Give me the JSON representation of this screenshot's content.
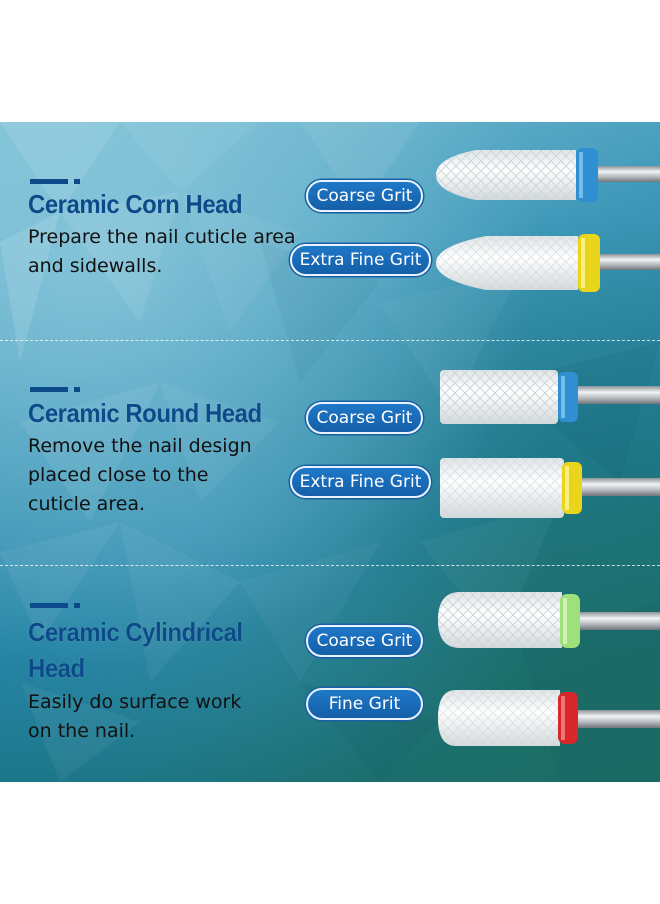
{
  "sections": [
    {
      "title": "Ceramic Corn Head",
      "title_lines": [
        "Ceramic Corn Head"
      ],
      "description_lines": [
        "Prepare the nail cuticle area",
        "and sidewalls."
      ],
      "bits": [
        {
          "grit": "Coarse Grit",
          "shape": "corn-head",
          "band_color": "#2f8fd0"
        },
        {
          "grit": "Extra Fine Grit",
          "shape": "corn-head",
          "band_color": "#e8d51c"
        }
      ]
    },
    {
      "title": "Ceramic Round Head",
      "title_lines": [
        "Ceramic Round Head"
      ],
      "description_lines": [
        "Remove the nail design",
        "placed close to the",
        "cuticle area."
      ],
      "bits": [
        {
          "grit": "Coarse Grit",
          "shape": "round-head",
          "band_color": "#2f8fd0"
        },
        {
          "grit": "Extra Fine Grit",
          "shape": "round-head",
          "band_color": "#e8d51c"
        }
      ]
    },
    {
      "title": "Ceramic Cylindrical Head",
      "title_lines": [
        "Ceramic Cylindrical",
        "Head"
      ],
      "description_lines": [
        "Easily do surface work",
        "on the nail."
      ],
      "bits": [
        {
          "grit": "Coarse Grit",
          "shape": "cylindrical-head",
          "band_color": "#9ee07a"
        },
        {
          "grit": "Fine Grit",
          "shape": "cylindrical-head",
          "band_color": "#d8272a"
        }
      ]
    }
  ],
  "colors": {
    "heading": "#0c4a8a",
    "pill_background": "#1a6bb8",
    "ceramic": "#f4f6f7",
    "shank": "#c9cdd1"
  }
}
